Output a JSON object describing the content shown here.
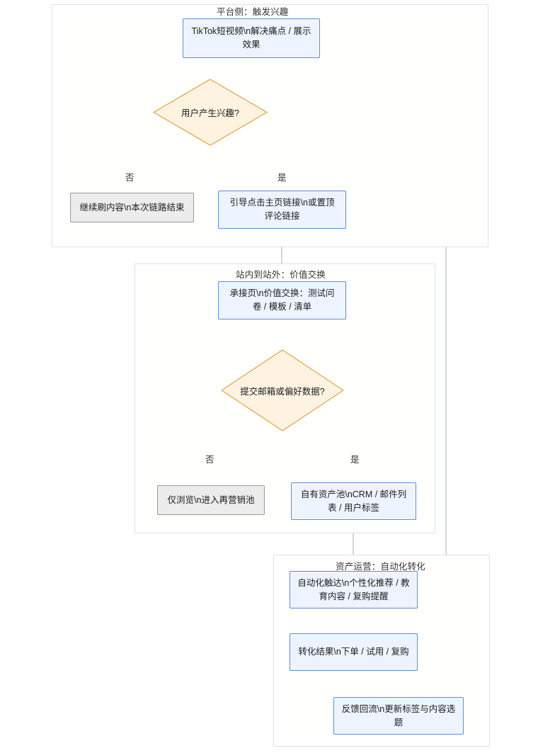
{
  "diagram": {
    "type": "flowchart",
    "direction": "top-down",
    "palette": {
      "process_fill": "#eef4ff",
      "process_stroke": "#5b8ddb",
      "terminal_fill": "#ececec",
      "terminal_stroke": "#999999",
      "decision_fill": "#fdf3e0",
      "decision_stroke": "#e0a444",
      "cluster_stroke": "#d6e2f5",
      "edge_stroke": "#a9b4c6",
      "text": "#1b1b1b"
    },
    "clusters": [
      {
        "id": "c1",
        "title": "平台侧：触发兴趣"
      },
      {
        "id": "c2",
        "title": "站内到站外：价值交换"
      },
      {
        "id": "c3",
        "title": "资产运营：自动化转化"
      }
    ],
    "nodes": [
      {
        "id": "n1",
        "shape": "process",
        "text": "TikTok短视频\\n解决痛点 / 展示效果"
      },
      {
        "id": "d1",
        "shape": "decision",
        "text": "用户产生兴趣?"
      },
      {
        "id": "n2",
        "shape": "terminal",
        "text": "继续刷内容\\n本次链路结束"
      },
      {
        "id": "n3",
        "shape": "process",
        "text": "引导点击主页链接\\n或置顶评论链接"
      },
      {
        "id": "n4",
        "shape": "process",
        "text": "承接页\\n价值交换：测试问卷 / 模板 / 清单"
      },
      {
        "id": "d2",
        "shape": "decision",
        "text": "提交邮箱或偏好数据?"
      },
      {
        "id": "n5",
        "shape": "terminal",
        "text": "仅浏览\\n进入再营销池"
      },
      {
        "id": "n6",
        "shape": "process",
        "text": "自有资产池\\nCRM / 邮件列表 / 用户标签"
      },
      {
        "id": "n7",
        "shape": "process",
        "text": "自动化触达\\n个性化推荐 / 教育内容 / 复购提醒"
      },
      {
        "id": "n8",
        "shape": "process",
        "text": "转化结果\\n下单 / 试用 / 复购"
      },
      {
        "id": "n9",
        "shape": "process",
        "text": "反馈回流\\n更新标签与内容选题"
      }
    ],
    "edges": [
      {
        "from": "n1",
        "to": "d1",
        "label": ""
      },
      {
        "from": "d1",
        "to": "n2",
        "label": "否"
      },
      {
        "from": "d1",
        "to": "n3",
        "label": "是"
      },
      {
        "from": "n3",
        "to": "n4",
        "label": ""
      },
      {
        "from": "n4",
        "to": "d2",
        "label": ""
      },
      {
        "from": "d2",
        "to": "n5",
        "label": "否"
      },
      {
        "from": "d2",
        "to": "n6",
        "label": "是"
      },
      {
        "from": "n6",
        "to": "n7",
        "label": ""
      },
      {
        "from": "n7",
        "to": "n8",
        "label": ""
      },
      {
        "from": "n8",
        "to": "n9",
        "label": ""
      },
      {
        "from": "n9",
        "to": "n1",
        "label": ""
      }
    ],
    "edge_labels": {
      "d1_no": "否",
      "d1_yes": "是",
      "d2_no": "否",
      "d2_yes": "是"
    }
  }
}
